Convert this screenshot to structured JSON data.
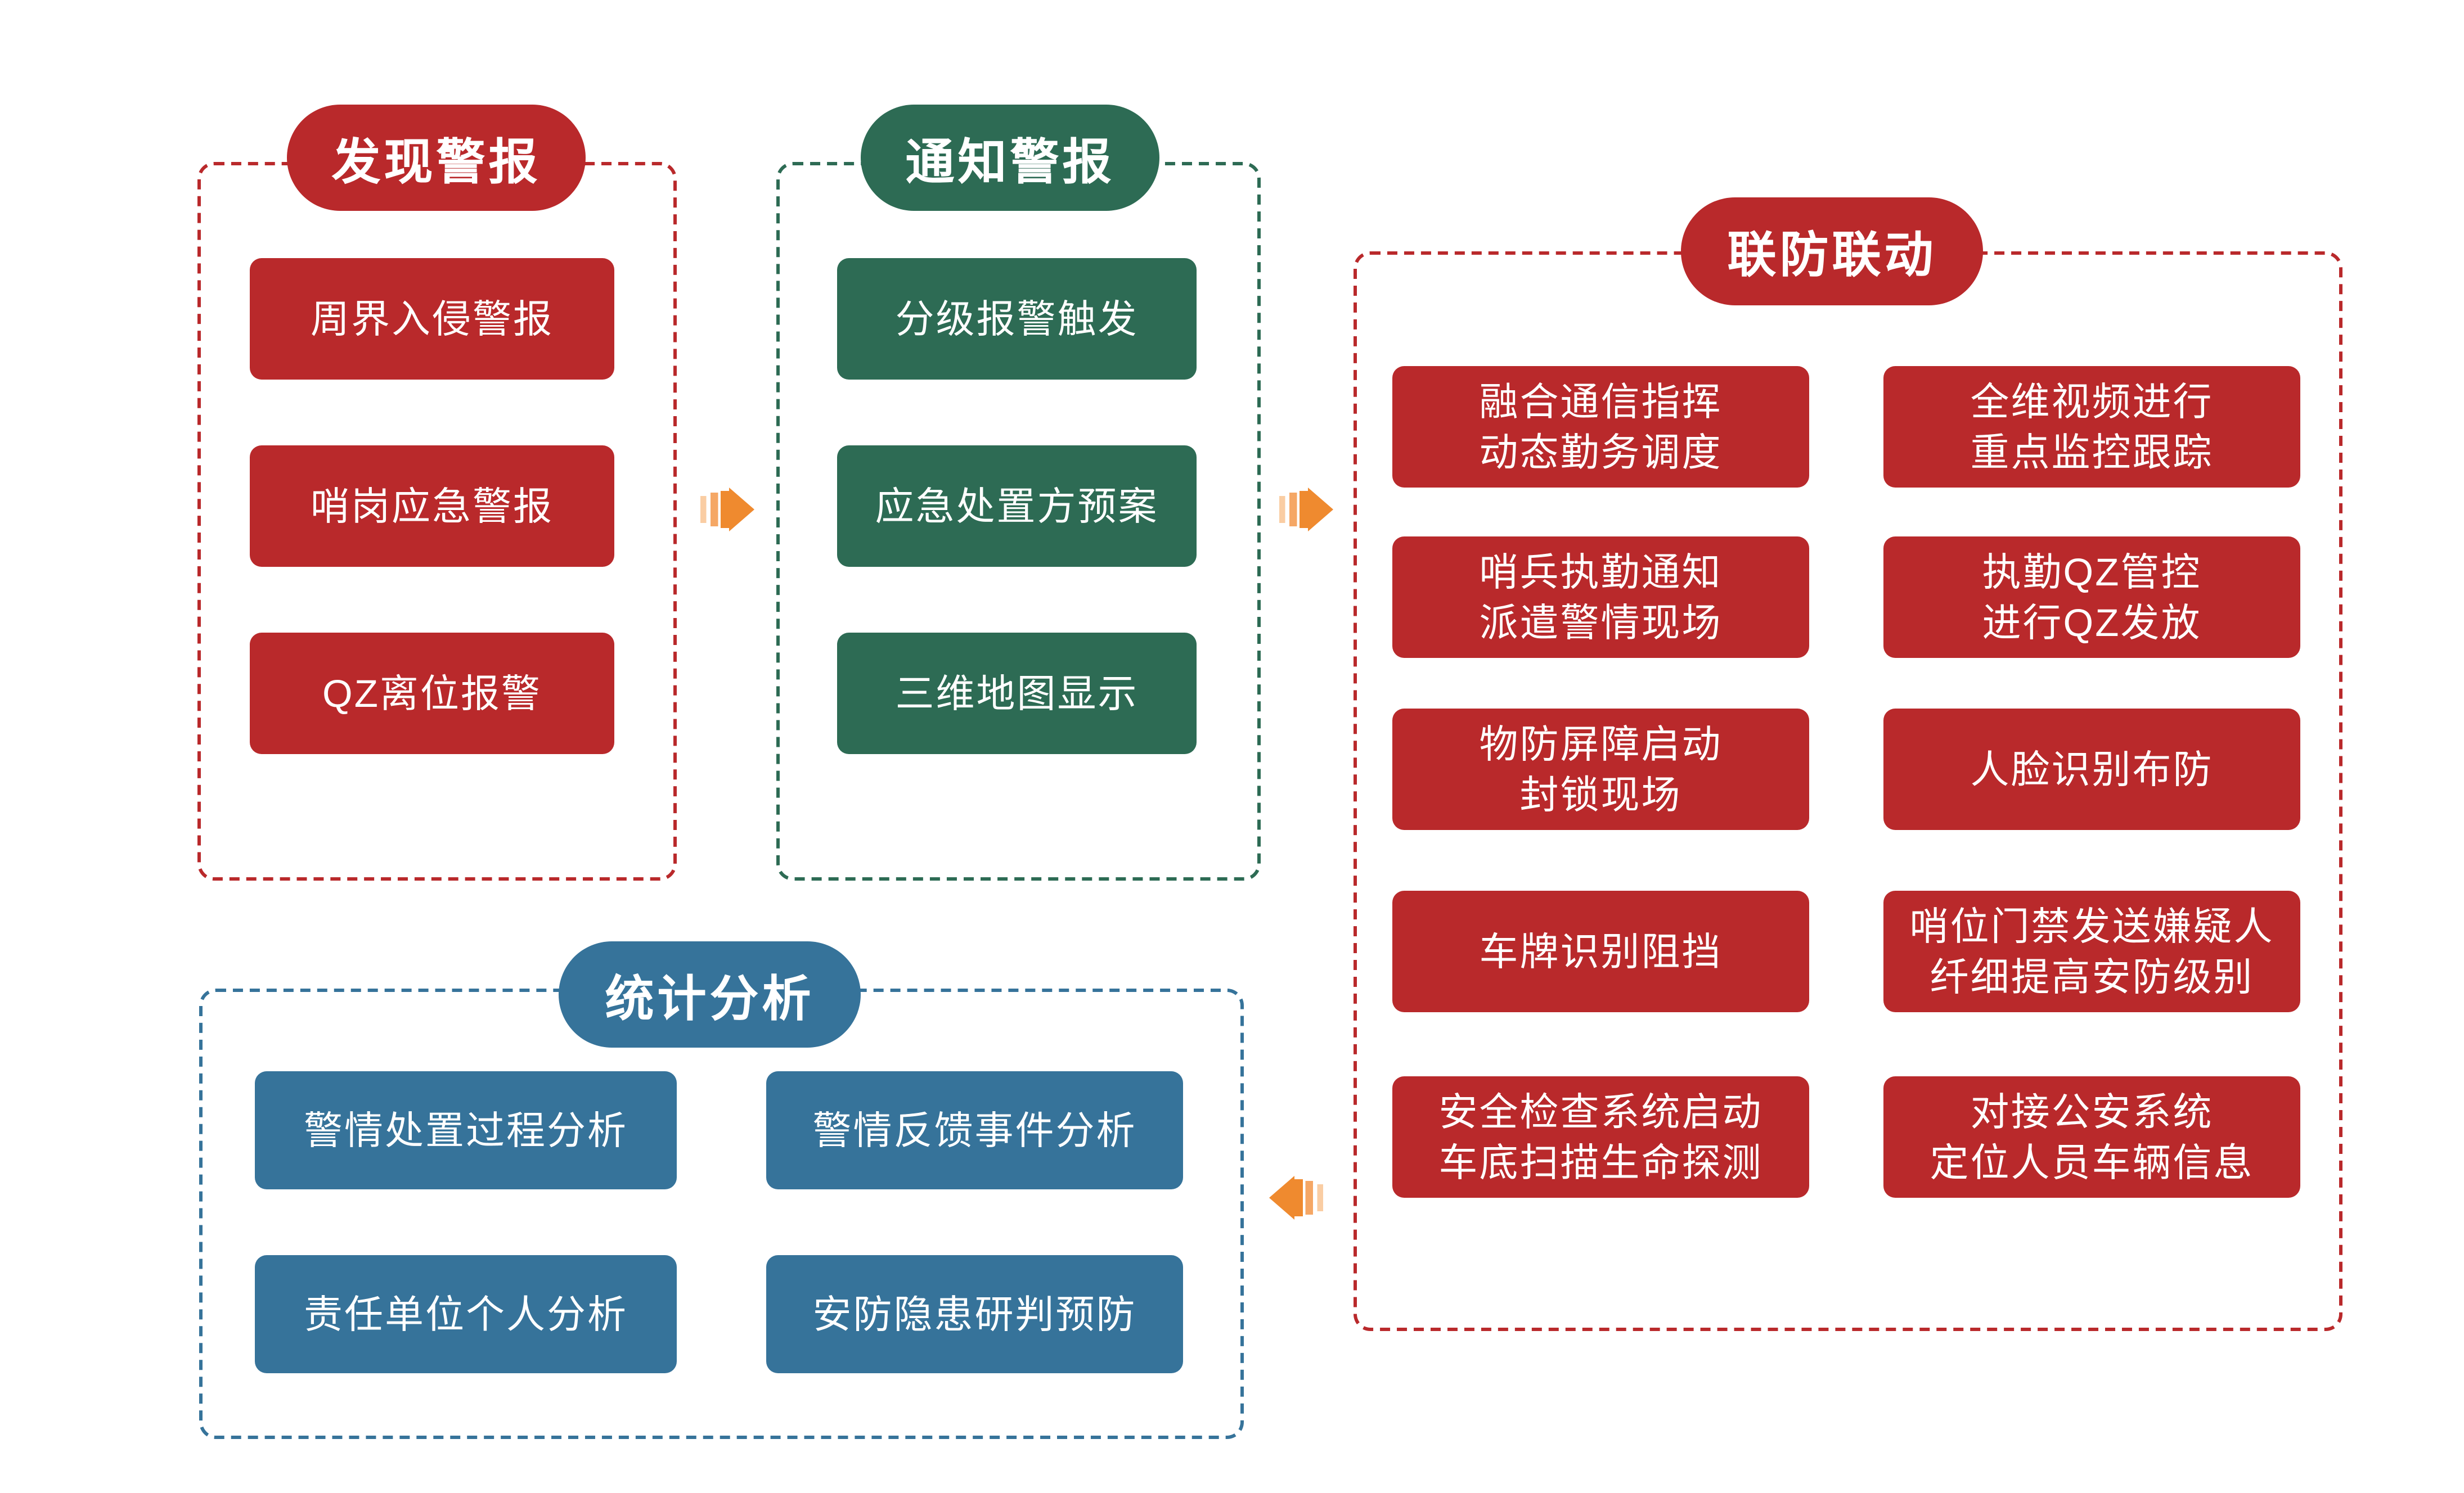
{
  "colors": {
    "section_red": "#B9292B",
    "section_green": "#2D6B54",
    "section_blue": "#36739A",
    "arrow_orange": "#EF8A2F",
    "arrow_orange_mid": "#F5A765",
    "arrow_orange_light": "#FACDA3",
    "text_on_fill": "#FFFFFF"
  },
  "sections": {
    "discover": {
      "title": "发现警报",
      "items": [
        "周界入侵警报",
        "哨岗应急警报",
        "QZ离位报警"
      ]
    },
    "notify": {
      "title": "通知警报",
      "items": [
        "分级报警触发",
        "应急处置方预案",
        "三维地图显示"
      ]
    },
    "linkage": {
      "title": "联防联动",
      "left_items": [
        "融合通信指挥\n动态勤务调度",
        "哨兵执勤通知\n派遣警情现场",
        "物防屏障启动\n封锁现场",
        "车牌识别阻挡",
        "安全检查系统启动\n车底扫描生命探测"
      ],
      "right_items": [
        "全维视频进行\n重点监控跟踪",
        "执勤QZ管控\n进行QZ发放",
        "人脸识别布防",
        "哨位门禁发送嫌疑人\n纤细提高安防级别",
        "对接公安系统\n定位人员车辆信息"
      ]
    },
    "stats": {
      "title": "统计分析",
      "items": [
        "警情处置过程分析",
        "警情反馈事件分析",
        "责任单位个人分析",
        "安防隐患研判预防"
      ]
    }
  },
  "arrows": {
    "discover_to_notify": "right",
    "notify_to_linkage": "right",
    "linkage_to_stats": "left"
  }
}
